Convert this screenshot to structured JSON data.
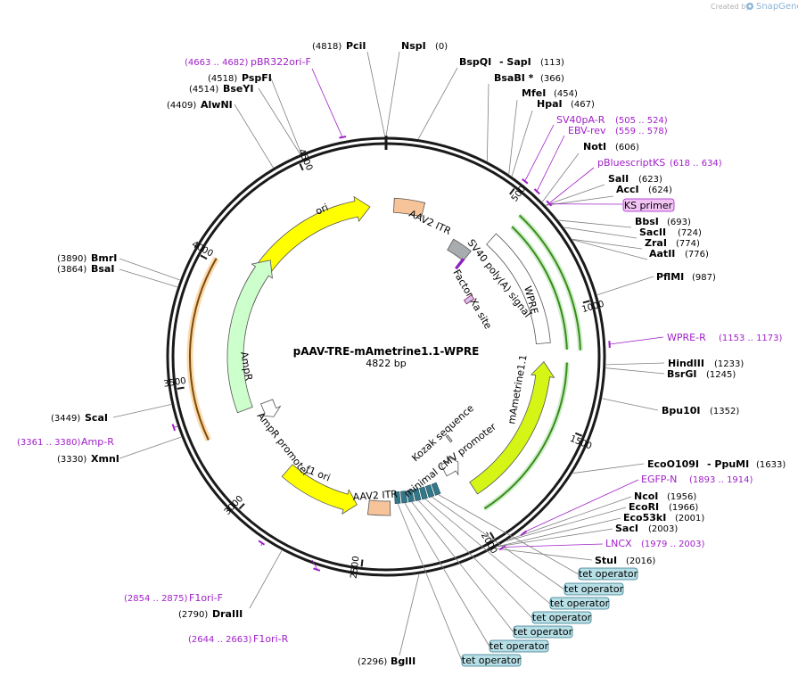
{
  "header": {
    "created_by": "Created by",
    "brand": "SnapGene"
  },
  "plasmid": {
    "name": "pAAV-TRE-mAmetrine1.1-WPRE",
    "length": "4822 bp"
  },
  "ticks": [
    "500",
    "1000",
    "1500",
    "2000",
    "2500",
    "3000",
    "3500",
    "4000",
    "4500"
  ],
  "sites": [
    {
      "name": "PciI",
      "pos": "(4818)"
    },
    {
      "name": "NspI",
      "pos": "(0)"
    },
    {
      "name": "BspQI",
      "pos": ""
    },
    {
      "name": "- SapI",
      "pos": "(113)"
    },
    {
      "name": "BsaBI *",
      "pos": "(366)"
    },
    {
      "name": "MfeI",
      "pos": "(454)"
    },
    {
      "name": "HpaI",
      "pos": "(467)"
    },
    {
      "name": "NotI",
      "pos": "(606)"
    },
    {
      "name": "SalI",
      "pos": "(623)"
    },
    {
      "name": "AccI",
      "pos": "(624)"
    },
    {
      "name": "BbsI",
      "pos": "(693)"
    },
    {
      "name": "SacII",
      "pos": "(724)"
    },
    {
      "name": "ZraI",
      "pos": "(774)"
    },
    {
      "name": "AatII",
      "pos": "(776)"
    },
    {
      "name": "PflMI",
      "pos": "(987)"
    },
    {
      "name": "HindIII",
      "pos": "(1233)"
    },
    {
      "name": "BsrGI",
      "pos": "(1245)"
    },
    {
      "name": "Bpu10I",
      "pos": "(1352)"
    },
    {
      "name": "EcoO109I",
      "pos": ""
    },
    {
      "name": "- PpuMI",
      "pos": "(1633)"
    },
    {
      "name": "NcoI",
      "pos": "(1956)"
    },
    {
      "name": "EcoRI",
      "pos": "(1966)"
    },
    {
      "name": "Eco53kI",
      "pos": "(2001)"
    },
    {
      "name": "SacI",
      "pos": "(2003)"
    },
    {
      "name": "StuI",
      "pos": "(2016)"
    },
    {
      "name": "BglII",
      "pos": "(2296)"
    },
    {
      "name": "DraIII",
      "pos": "(2790)"
    },
    {
      "name": "XmnI",
      "pos": "(3330)"
    },
    {
      "name": "ScaI",
      "pos": "(3449)"
    },
    {
      "name": "BsaI",
      "pos": "(3864)"
    },
    {
      "name": "BmrI",
      "pos": "(3890)"
    },
    {
      "name": "AlwNI",
      "pos": "(4409)"
    },
    {
      "name": "BseYI",
      "pos": "(4514)"
    },
    {
      "name": "PspFI",
      "pos": "(4518)"
    }
  ],
  "primers": [
    {
      "name": "pBR322ori-F",
      "range": "(4663 .. 4682)"
    },
    {
      "name": "SV40pA-R",
      "range": "(505 .. 524)"
    },
    {
      "name": "EBV-rev",
      "range": "(559 .. 578)"
    },
    {
      "name": "pBluescriptKS",
      "range": "(618 .. 634)"
    },
    {
      "name": "KS primer",
      "range": ""
    },
    {
      "name": "WPRE-R",
      "range": "(1153 .. 1173)"
    },
    {
      "name": "EGFP-N",
      "range": "(1893 .. 1914)"
    },
    {
      "name": "LNCX",
      "range": "(1979 .. 2003)"
    },
    {
      "name": "F1ori-F",
      "range": "(2854 .. 2875)"
    },
    {
      "name": "F1ori-R",
      "range": "(2644 .. 2663)"
    },
    {
      "name": "Amp-R",
      "range": "(3361 .. 3380)"
    }
  ],
  "tet_operators": [
    "tet operator",
    "tet operator",
    "tet operator",
    "tet operator",
    "tet operator",
    "tet operator",
    "tet operator"
  ],
  "features": {
    "ori": "ori",
    "aav2_itr_top": "AAV2 ITR",
    "sv40_polya": "SV40 poly(A) signal",
    "factor_xa": "Factor Xa site",
    "wpre": "WPRE",
    "mametrine": "mAmetrine1.1",
    "kozak": "Kozak sequence",
    "min_cmv": "minimal CMV promoter",
    "aav2_itr_bottom": "AAV2 ITR",
    "f1_ori": "f1 ori",
    "ampr_promoter": "AmpR promoter",
    "ampr": "AmpR"
  },
  "colors": {
    "backbone": "#1a1a1a",
    "ori": "#ffff00",
    "itr": "#f7c49a",
    "sv40": "#a9acae",
    "wpre": "#ffffff",
    "mametrine": "#d4f516",
    "ampr": "#ccffcc",
    "green_track": "#3a8c1a",
    "orange_track": "#e8a23a",
    "operator": "#33788a",
    "primer": "#a020c8",
    "tag_fill": "#b7dfe6",
    "ks_fill": "#f1c4f4"
  }
}
